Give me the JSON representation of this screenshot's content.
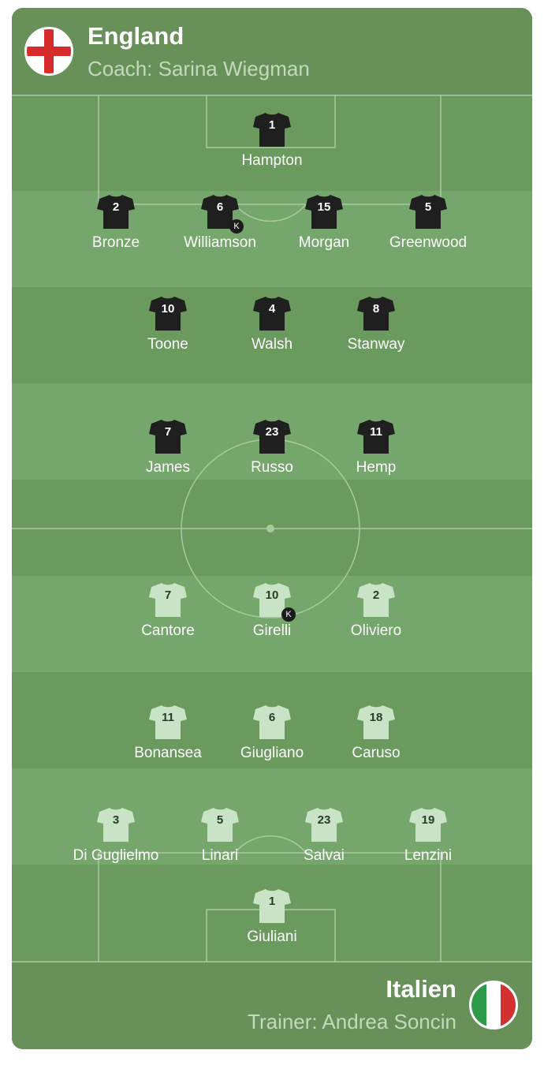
{
  "home": {
    "name": "England",
    "coach": "Coach: Sarina Wiegman",
    "flag": "england-flag",
    "shirt_color": "#1f1f1f",
    "number_color": "#ffffff",
    "players": [
      {
        "number": "1",
        "name": "Hampton"
      },
      {
        "number": "2",
        "name": "Bronze"
      },
      {
        "number": "6",
        "name": "Williamson",
        "captain": "K"
      },
      {
        "number": "15",
        "name": "Morgan"
      },
      {
        "number": "5",
        "name": "Greenwood"
      },
      {
        "number": "10",
        "name": "Toone"
      },
      {
        "number": "4",
        "name": "Walsh"
      },
      {
        "number": "8",
        "name": "Stanway"
      },
      {
        "number": "7",
        "name": "James"
      },
      {
        "number": "23",
        "name": "Russo"
      },
      {
        "number": "11",
        "name": "Hemp"
      }
    ]
  },
  "away": {
    "name": "Italien",
    "coach": "Trainer: Andrea Soncin",
    "flag": "italy-flag",
    "shirt_color": "#c9e3c6",
    "number_color": "#2a3a2a",
    "players": [
      {
        "number": "7",
        "name": "Cantore"
      },
      {
        "number": "10",
        "name": "Girelli",
        "captain": "K"
      },
      {
        "number": "2",
        "name": "Oliviero"
      },
      {
        "number": "11",
        "name": "Bonansea"
      },
      {
        "number": "6",
        "name": "Giugliano"
      },
      {
        "number": "18",
        "name": "Caruso"
      },
      {
        "number": "3",
        "name": "Di Guglielmo"
      },
      {
        "number": "5",
        "name": "Linari"
      },
      {
        "number": "23",
        "name": "Salvai"
      },
      {
        "number": "19",
        "name": "Lenzini"
      },
      {
        "number": "1",
        "name": "Giuliani"
      }
    ]
  },
  "colors": {
    "pitch_light": "#75a66b",
    "pitch_dark": "#6a9a5e",
    "header_bg": "#679159",
    "lines": "#a9c9a0"
  }
}
